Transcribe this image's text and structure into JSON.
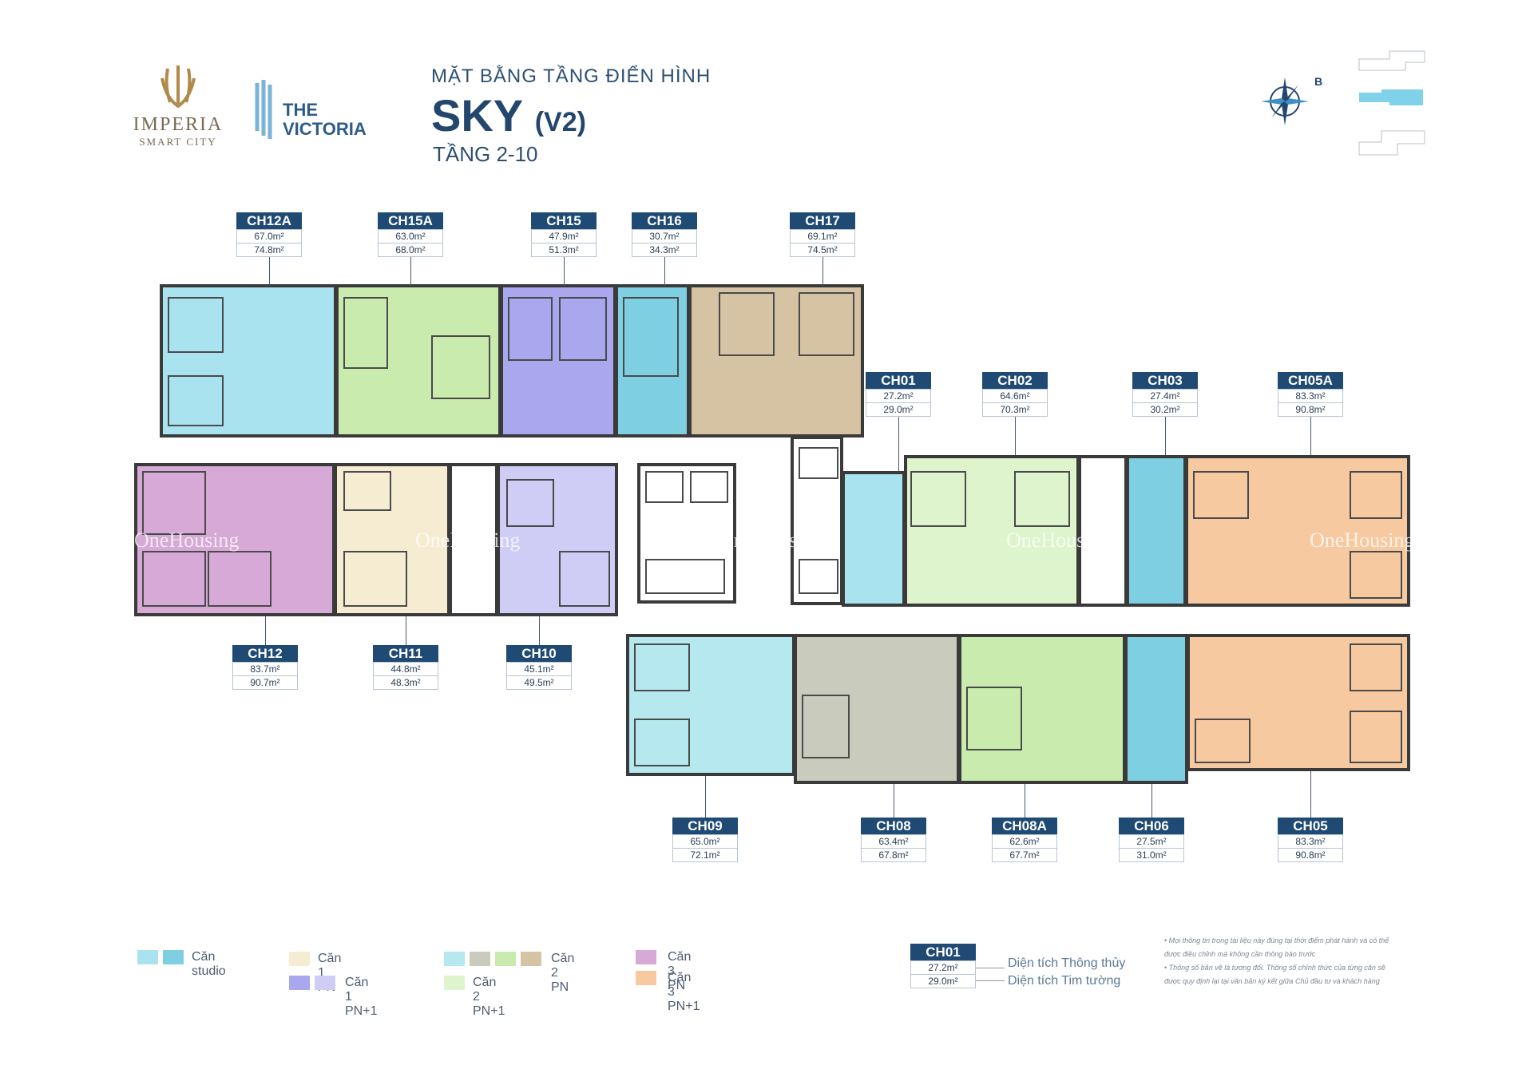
{
  "brand": {
    "imperia_name": "IMPERIA",
    "imperia_sub": "SMART CITY",
    "victoria_line1": "THE",
    "victoria_line2": "VICTORIA"
  },
  "header": {
    "subtitle": "MẶT BẰNG TẦNG ĐIỂN HÌNH",
    "title": "SKY",
    "version": "(V2)",
    "floors": "TẦNG 2-10"
  },
  "compass": {
    "north_label": "B"
  },
  "watermark": "OneHousing",
  "colors": {
    "studio": "#a9e3f0",
    "studio_alt": "#7fcfe3",
    "one_bed": "#f6ecd2",
    "one_bed_plus": "#a9a8ee",
    "one_bed_plus_alt": "#cfcdf5",
    "two_bed_teal": "#b5e9ef",
    "two_bed_grey": "#c9cbbd",
    "two_bed_green": "#c9ecae",
    "two_bed_tan": "#d5c3a3",
    "two_bed_plus": "#ddf4cc",
    "three_bed": "#d6a9d6",
    "three_bed_plus": "#f6c9a0",
    "label_navy": "#1f4a73"
  },
  "units": {
    "ch12a": {
      "code": "CH12A",
      "a1": "67.0m²",
      "a2": "74.8m²"
    },
    "ch15a": {
      "code": "CH15A",
      "a1": "63.0m²",
      "a2": "68.0m²"
    },
    "ch15": {
      "code": "CH15",
      "a1": "47.9m²",
      "a2": "51.3m²"
    },
    "ch16": {
      "code": "CH16",
      "a1": "30.7m²",
      "a2": "34.3m²"
    },
    "ch17": {
      "code": "CH17",
      "a1": "69.1m²",
      "a2": "74.5m²"
    },
    "ch01": {
      "code": "CH01",
      "a1": "27.2m²",
      "a2": "29.0m²"
    },
    "ch02": {
      "code": "CH02",
      "a1": "64.6m²",
      "a2": "70.3m²"
    },
    "ch03": {
      "code": "CH03",
      "a1": "27.4m²",
      "a2": "30.2m²"
    },
    "ch05a": {
      "code": "CH05A",
      "a1": "83.3m²",
      "a2": "90.8m²"
    },
    "ch12": {
      "code": "CH12",
      "a1": "83.7m²",
      "a2": "90.7m²"
    },
    "ch11": {
      "code": "CH11",
      "a1": "44.8m²",
      "a2": "48.3m²"
    },
    "ch10": {
      "code": "CH10",
      "a1": "45.1m²",
      "a2": "49.5m²"
    },
    "ch09": {
      "code": "CH09",
      "a1": "65.0m²",
      "a2": "72.1m²"
    },
    "ch08": {
      "code": "CH08",
      "a1": "63.4m²",
      "a2": "67.8m²"
    },
    "ch08a": {
      "code": "CH08A",
      "a1": "62.6m²",
      "a2": "67.7m²"
    },
    "ch06": {
      "code": "CH06",
      "a1": "27.5m²",
      "a2": "31.0m²"
    },
    "ch05": {
      "code": "CH05",
      "a1": "83.3m²",
      "a2": "90.8m²"
    }
  },
  "legend": {
    "studio": "Căn studio",
    "one_bed": "Căn 1 PN",
    "one_bed_plus": "Căn 1 PN+1",
    "two_bed": "Căn 2 PN",
    "two_bed_plus": "Căn 2 PN+1",
    "three_bed": "Căn 3 PN",
    "three_bed_plus": "Căn 3 PN+1"
  },
  "key": {
    "code": "CH01",
    "a1": "27.2m²",
    "a2": "29.0m²",
    "a1_label": "Diện tích Thông thủy",
    "a2_label": "Diện tích Tim tường"
  },
  "notes": {
    "line1": "• Mọi thông tin trong tài liệu này đúng tại thời điểm phát hành và có thể",
    "line2": "được điều chỉnh mà không cần thông báo trước",
    "line3": "• Thông số bản vẽ là tương đối. Thông số chính thức của từng căn sẽ",
    "line4": "được quy định lại tại văn bản ký kết giữa Chủ đầu tư và khách hàng"
  }
}
